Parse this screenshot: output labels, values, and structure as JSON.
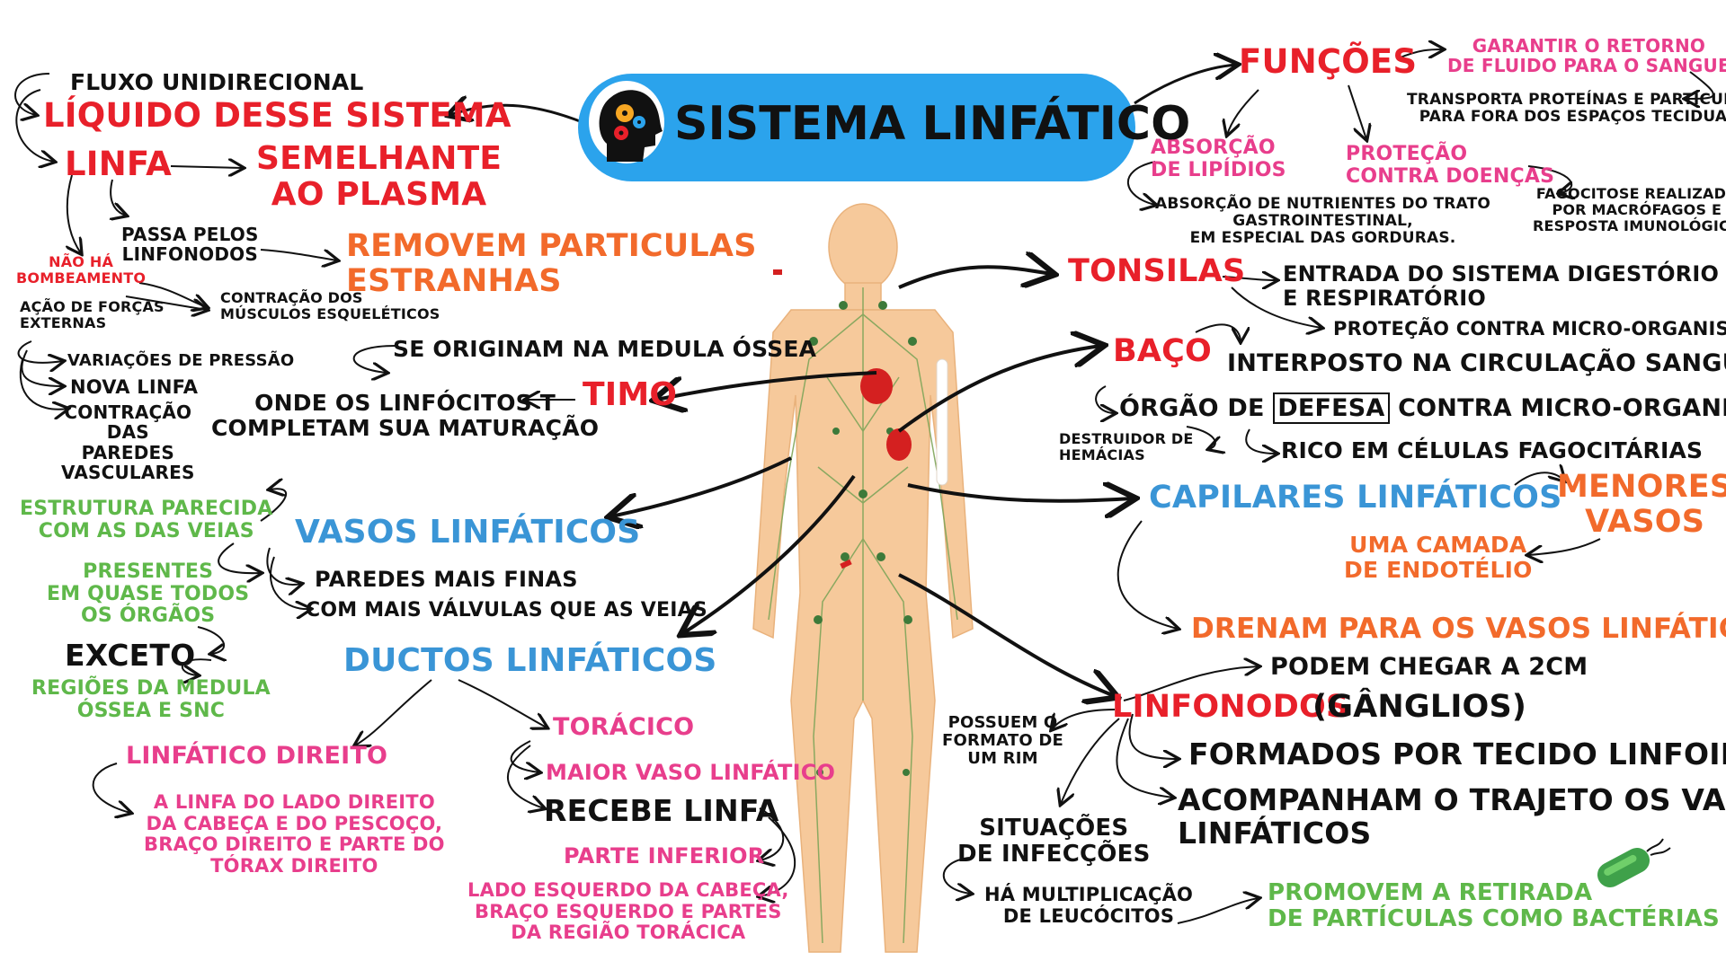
{
  "title": "SISTEMA LINFÁTICO",
  "icons": {
    "brain": "brain-gears-icon",
    "body": "human-body-lymph-icon",
    "bacteria": "bacteria-icon"
  },
  "colors": {
    "red": "#e8202a",
    "orange": "#f26a2b",
    "blue": "#3a95d6",
    "green": "#5fb84a",
    "pink": "#e83e8c",
    "pill": "#2ba3ec"
  },
  "left": {
    "fluxo": "FLUXO UNIDIRECIONAL",
    "liquido": "LÍQUIDO DESSE SISTEMA",
    "linfa": "LINFA",
    "semelhante": "SEMELHANTE\nAO PLASMA",
    "passa": "PASSA PELOS\nLINFONODOS",
    "removem": "REMOVEM PARTICULAS\nESTRANHAS",
    "nao_ha": "NÃO HÁ\nBOMBEAMENTO",
    "acao": "AÇÃO DE FORÇAS\nEXTERNAS",
    "contracao_musc": "CONTRAÇÃO DOS\nMÚSCULOS ESQUELÉTICOS",
    "variacoes": "VARIAÇÕES DE PRESSÃO",
    "nova_linfa": "NOVA LINFA",
    "contracao_paredes": "CONTRAÇÃO\nDAS\nPAREDES\nVASCULARES",
    "se_originam": "SE ORIGINAM NA MEDULA ÓSSEA",
    "onde": "ONDE OS LINFÓCITOS T\nCOMPLETAM SUA MATURAÇÃO",
    "timo": "TIMO",
    "vasos": "VASOS LINFÁTICOS",
    "estrutura": "ESTRUTURA PARECIDA\nCOM AS DAS VEIAS",
    "presentes": "PRESENTES\nEM QUASE TODOS\nOS ÓRGÃOS",
    "exceto": "EXCETO",
    "regioes": "REGIÕES DA MEDULA\nÓSSEA E SNC",
    "paredes_finas": "PAREDES MAIS FINAS",
    "valvulas": "COM MAIS VÁLVULAS QUE AS VEIAS",
    "ductos": "DUCTOS LINFÁTICOS",
    "linf_direito": "LINFÁTICO DIREITO",
    "linfa_lado": "A LINFA DO LADO DIREITO\nDA CABEÇA E DO PESCOÇO,\nBRAÇO DIREITO E PARTE DO\nTÓRAX DIREITO",
    "toracico": "TORÁCICO",
    "maior_vaso": "MAIOR VASO LINFÁTICO",
    "recebe": "RECEBE LINFA",
    "parte_inferior": "PARTE INFERIOR",
    "lado_esquerdo": "LADO ESQUERDO DA CABEÇA,\nBRAÇO ESQUERDO E PARTES\nDA REGIÃO TORÁCICA"
  },
  "right": {
    "funcoes": "FUNÇÕES",
    "garantir": "GARANTIR O RETORNO\nDE FLUIDO PARA O SANGUE",
    "transporta": "TRANSPORTA PROTEÍNAS E PARTÍCULAS\nPARA FORA DOS ESPAÇOS TECIDUAIS",
    "absorcao": "ABSORÇÃO\nDE LIPÍDIOS",
    "absorcao_nutr": "ABSORÇÃO DE NUTRIENTES DO TRATO\nGASTROINTESTINAL,\nEM ESPECIAL DAS GORDURAS.",
    "protecao": "PROTEÇÃO\nCONTRA DOENÇAS",
    "fagocitose": "FAGOCITOSE REALIZADA\nPOR MACRÓFAGOS E\nRESPOSTA IMUNOLÓGICA",
    "tonsilas": "TONSILAS",
    "entrada": "ENTRADA DO SISTEMA DIGESTÓRIO\nE RESPIRATÓRIO",
    "protecao_micro": "PROTEÇÃO CONTRA MICRO-ORGANISMOS",
    "baco": "BAÇO",
    "interposto": "INTERPOSTO NA CIRCULAÇÃO SANGUÍNEA",
    "orgao_de": "ÓRGÃO DE",
    "defesa": "DEFESA",
    "contra_micro": "CONTRA MICRO-ORGANISMOS",
    "destruidor": "DESTRUIDOR DE\nHEMÁCIAS",
    "rico": "RICO EM CÉLULAS FAGOCITÁRIAS",
    "capilares": "CAPILARES LINFÁTICOS",
    "menores": "MENORES\nVASOS",
    "uma_camada": "UMA CAMADA\nDE ENDOTÉLIO",
    "drenam": "DRENAM PARA OS VASOS LINFÁTICOS",
    "podem": "PODEM CHEGAR A 2CM",
    "linfonodos": "LINFONODOS",
    "ganglios": "(GÂNGLIOS)",
    "possuem": "POSSUEM O\nFORMATO DE\nUM RIM",
    "formados": "FORMADOS POR TECIDO LINFOIDE",
    "acompanham": "ACOMPANHAM O TRAJETO OS VASOS\nLINFÁTICOS",
    "situacoes": "SITUAÇÕES\nDE INFECÇÕES",
    "ha_mult": "HÁ MULTIPLICAÇÃO\nDE LEUCÓCITOS",
    "promovem": "PROMOVEM A RETIRADA\nDE PARTÍCULAS COMO BACTÉRIAS"
  }
}
